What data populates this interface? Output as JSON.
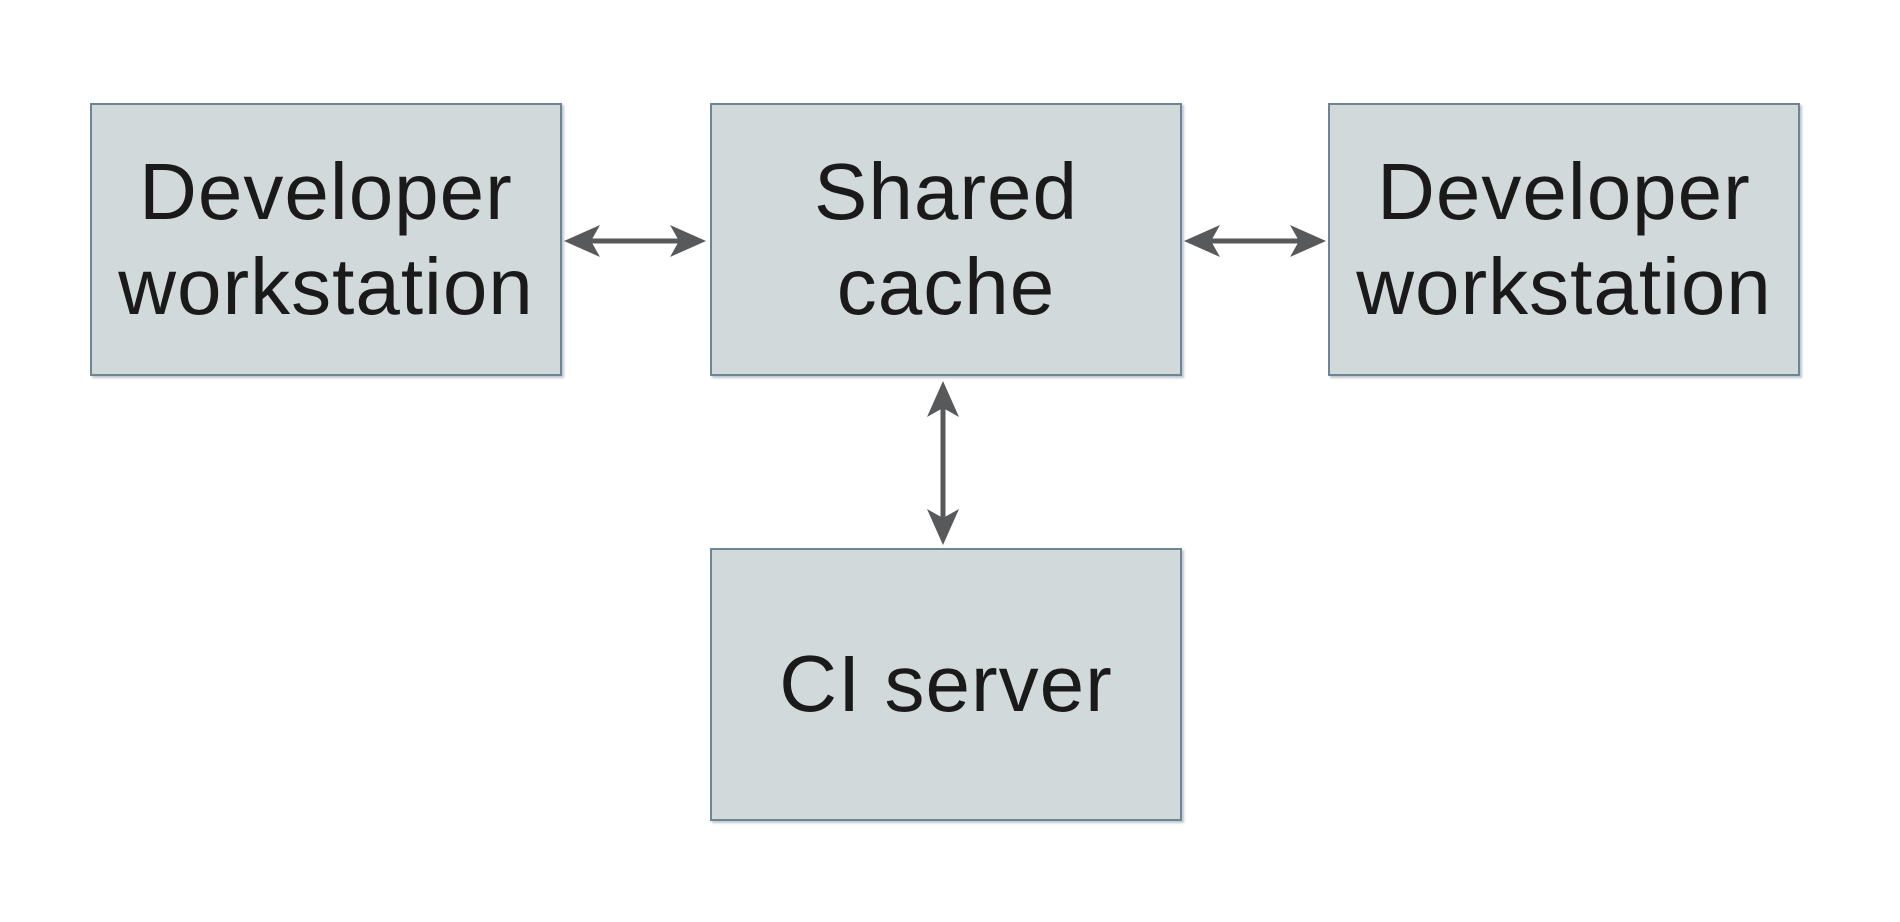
{
  "diagram": {
    "nodes": [
      {
        "id": "developer-workstation-left",
        "label": "Developer\nworkstation"
      },
      {
        "id": "shared-cache",
        "label": "Shared\ncache"
      },
      {
        "id": "developer-workstation-right",
        "label": "Developer\nworkstation"
      },
      {
        "id": "ci-server",
        "label": "CI server"
      }
    ],
    "edges": [
      {
        "from": "developer-workstation-left",
        "to": "shared-cache",
        "type": "bidirectional"
      },
      {
        "from": "developer-workstation-right",
        "to": "shared-cache",
        "type": "bidirectional"
      },
      {
        "from": "ci-server",
        "to": "shared-cache",
        "type": "bidirectional"
      }
    ],
    "colors": {
      "background": "#ffffff",
      "node_fill": "#d2d9da",
      "node_border": "#6f8593",
      "arrow": "#58595b",
      "text": "#1a1a1a"
    }
  }
}
